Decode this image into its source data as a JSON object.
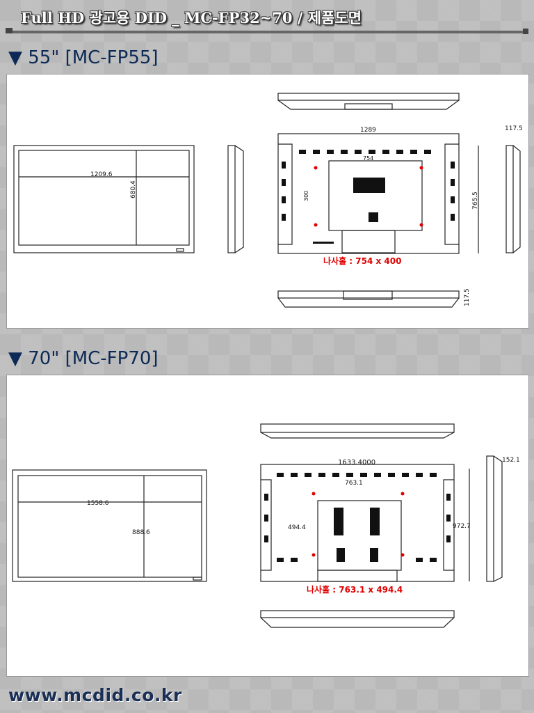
{
  "header": {
    "title": "Full HD 광고용 DID _ MC-FP32~70 / 제품도면"
  },
  "sections": [
    {
      "heading": "▼ 55\" [MC-FP55]",
      "dims": {
        "front_width": "1209.6",
        "front_height": "680.4",
        "back_width": "1289",
        "back_height": "765.5",
        "vesa_w": "754",
        "vesa_h": "300",
        "depth_side": "117.5",
        "depth_bottom": "117.5"
      },
      "screw_hole": "나사홀 : 754 x 400"
    },
    {
      "heading": "▼ 70\" [MC-FP70]",
      "dims": {
        "front_width": "1558.6",
        "front_height": "888.6",
        "back_width": "1633.4000",
        "back_height": "972.7",
        "vesa_w": "763.1",
        "vesa_h": "494.4",
        "depth_side": "152.1"
      },
      "screw_hole": "나사홀 : 763.1 x 494.4"
    }
  ],
  "footer": {
    "url": "www.mcdid.co.kr"
  },
  "colors": {
    "heading": "#0c2a55",
    "hole_marker": "#e00000",
    "footer": "#1a2f55"
  }
}
